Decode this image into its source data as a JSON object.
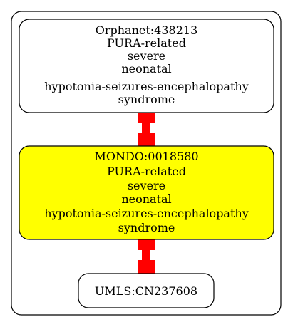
{
  "colors": {
    "background": "#ffffff",
    "border": "#000000",
    "highlight_fill": "#ffff00",
    "edge": "#ff0000"
  },
  "nodes": {
    "orphanet": {
      "lines": [
        "Orphanet:438213",
        "PURA-related",
        "severe",
        "neonatal",
        "hypotonia-seizures-encephalopathy",
        "syndrome"
      ]
    },
    "mondo": {
      "lines": [
        "MONDO:0018580",
        "PURA-related",
        "severe",
        "neonatal",
        "hypotonia-seizures-encephalopathy",
        "syndrome"
      ]
    },
    "umls": {
      "lines": [
        "UMLS:CN237608"
      ]
    }
  }
}
